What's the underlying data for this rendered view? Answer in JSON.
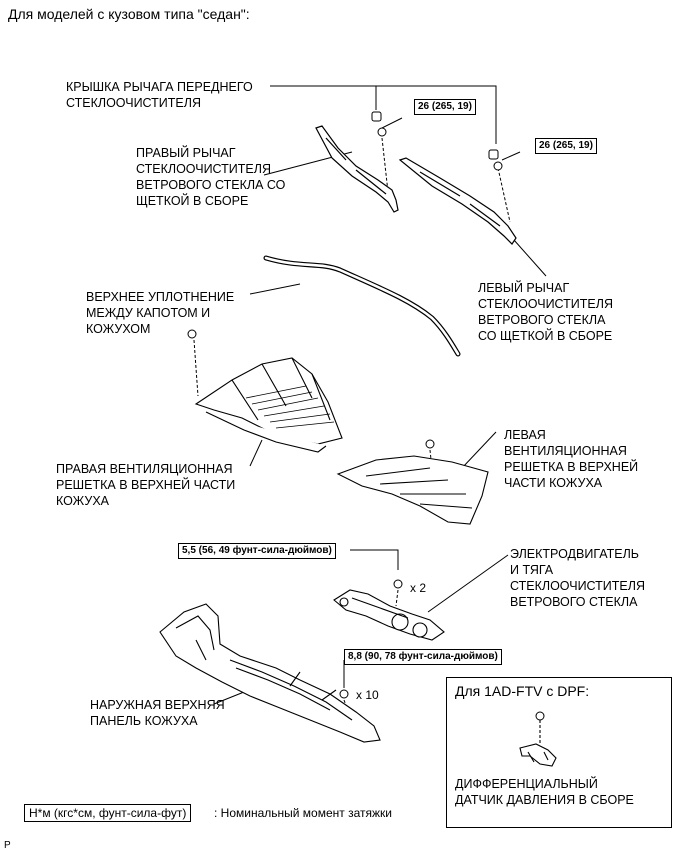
{
  "title": "Для моделей с кузовом типа \"седан\":",
  "labels": {
    "wiper_cap": [
      "КРЫШКА РЫЧАГА ПЕРЕДНЕГО",
      "СТЕКЛООЧИСТИТЕЛЯ"
    ],
    "right_arm": [
      "ПРАВЫЙ РЫЧАГ",
      "СТЕКЛООЧИСТИТЕЛЯ",
      "ВЕТРОВОГО СТЕКЛА СО",
      "ЩЕТКОЙ В СБОРЕ"
    ],
    "left_arm": [
      "ЛЕВЫЙ РЫЧАГ",
      "СТЕКЛООЧИСТИТЕЛЯ",
      "ВЕТРОВОГО СТЕКЛА",
      "СО ЩЕТКОЙ В СБОРЕ"
    ],
    "hood_seal": [
      "ВЕРХНЕЕ УПЛОТНЕНИЕ",
      "МЕЖДУ КАПОТОМ И",
      "КОЖУХОМ"
    ],
    "right_louver": [
      "ПРАВАЯ ВЕНТИЛЯЦИОННАЯ",
      "РЕШЕТКА В ВЕРХНЕЙ ЧАСТИ",
      "КОЖУХА"
    ],
    "left_louver": [
      "ЛЕВАЯ",
      "ВЕНТИЛЯЦИОННАЯ",
      "РЕШЕТКА В ВЕРХНЕЙ",
      "ЧАСТИ КОЖУХА"
    ],
    "wiper_motor": [
      "ЭЛЕКТРОДВИГАТЕЛЬ",
      "И ТЯГА",
      "СТЕКЛООЧИСТИТЕЛЯ",
      "ВЕТРОВОГО СТЕКЛА"
    ],
    "outer_panel": [
      "НАРУЖНАЯ ВЕРХНЯЯ",
      "ПАНЕЛЬ КОЖУХА"
    ]
  },
  "torques": {
    "right_nut": "26 (265, 19)",
    "left_nut": "26 (265, 19)",
    "motor_bolts": "5,5 (56, 49 фунт-сила-дюймов)",
    "panel_bolts": "8,8 (90, 78 фунт-сила-дюймов)"
  },
  "quantities": {
    "motor_bolts": "x 2",
    "panel_bolts": "x 10"
  },
  "inset": {
    "title": "Для 1AD-FTV с DPF:",
    "label": [
      "ДИФФЕРЕНЦИАЛЬНЫЙ",
      "ДАТЧИК ДАВЛЕНИЯ В СБОРЕ"
    ]
  },
  "legend": {
    "unit": "Н*м (кгс*см, фунт-сила-фут)",
    "description": ": Номинальный момент затяжки"
  },
  "corner_mark": "P"
}
